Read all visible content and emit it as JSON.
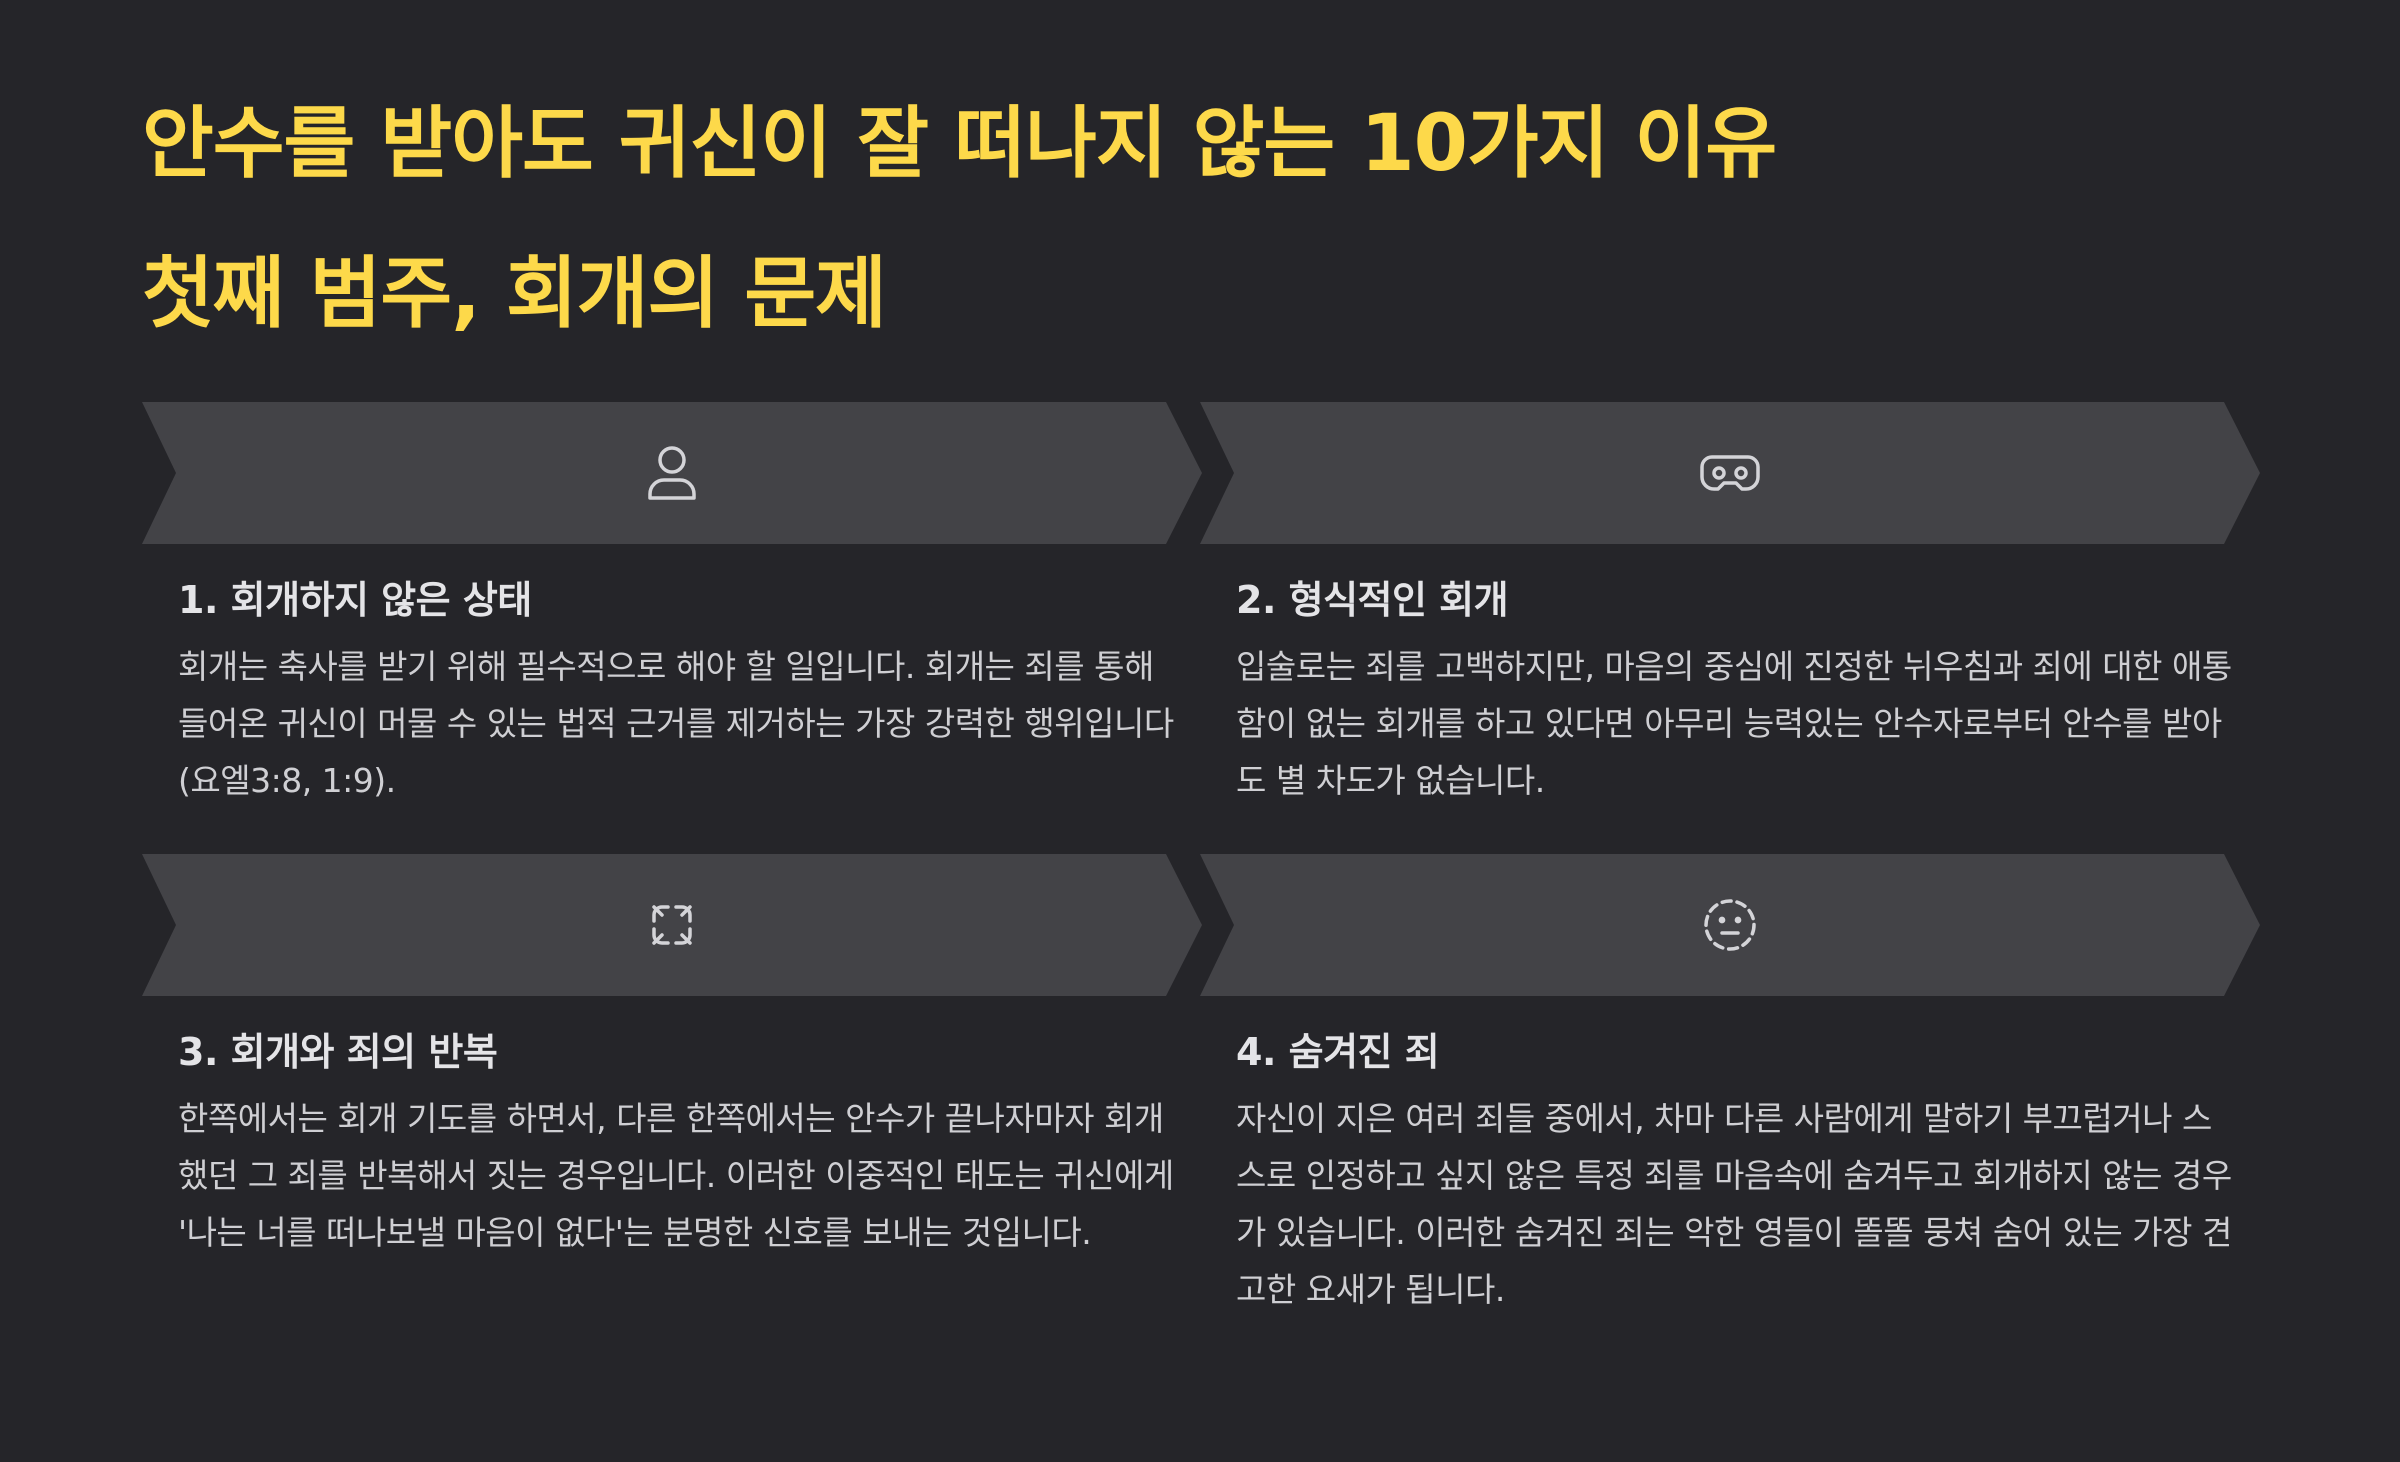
{
  "header": {
    "title": "안수를 받아도 귀신이 잘 떠나지 않는 10가지 이유",
    "subtitle": "첫째 범주, 회개의 문제"
  },
  "cards": [
    {
      "icon": "user-icon",
      "title": "1. 회개하지 않은 상태",
      "body": "회개는 축사를 받기 위해 필수적으로 해야 할 일입니다. 회개는 죄를 통해 들어온 귀신이 머물 수 있는 법적 근거를 제거하는 가장 강력한 행위입니다(요엘3:8, 1:9)."
    },
    {
      "icon": "mask-icon",
      "title": "2. 형식적인 회개",
      "body": "입술로는 죄를 고백하지만, 마음의 중심에 진정한 뉘우침과 죄에 대한 애통함이 없는 회개를 하고 있다면 아무리 능력있는 안수자로부터 안수를 받아도 별 차도가 없습니다."
    },
    {
      "icon": "repeat-arrows-icon",
      "title": "3. 회개와 죄의 반복",
      "body": "한쪽에서는 회개 기도를 하면서, 다른 한쪽에서는 안수가 끝나자마자 회개했던 그 죄를 반복해서 짓는 경우입니다. 이러한 이중적인 태도는 귀신에게 '나는 너를 떠나보낼 마음이 없다'는 분명한 신호를 보내는 것입니다."
    },
    {
      "icon": "dashed-face-icon",
      "title": "4. 숨겨진 죄",
      "body": "자신이 지은 여러 죄들 중에서, 차마 다른 사람에게 말하기 부끄럽거나 스스로 인정하고 싶지 않은 특정 죄를 마음속에 숨겨두고 회개하지 않는 경우가 있습니다. 이러한 숨겨진 죄는 악한 영들이 똘똘 뭉쳐 숨어 있는 가장 견고한 요새가 됩니다."
    }
  ],
  "colors": {
    "background": "#252529",
    "accent": "#fdd94a",
    "banner": "#434347",
    "icon": "#d4d4d8"
  }
}
